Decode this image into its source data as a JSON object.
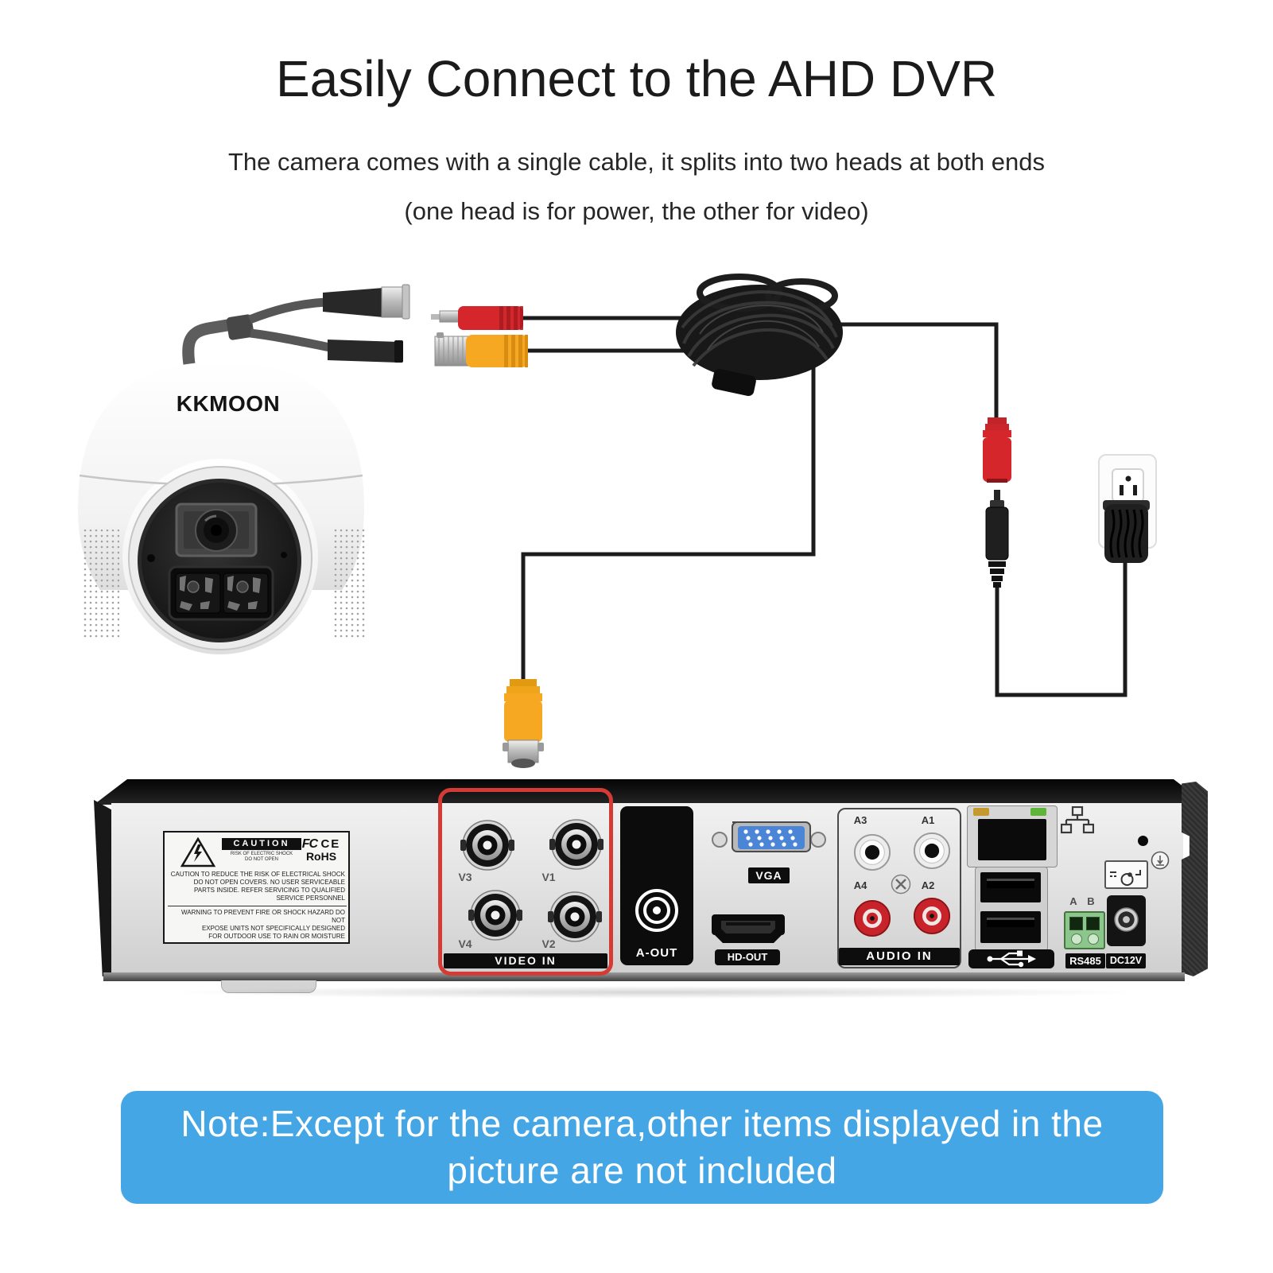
{
  "title": "Easily Connect to the AHD DVR",
  "subtitle": {
    "line1": "The camera comes with a single cable, it splits into two heads at both ends",
    "line2": "(one head is for power, the other for video)"
  },
  "camera": {
    "brand": "KKMOON"
  },
  "dvr": {
    "caution": {
      "header": "CAUTION",
      "header_sub1": "RISK OF ELECTRIC SHOCK",
      "header_sub2": "DO NOT OPEN",
      "certs": {
        "fcc": "FC",
        "ce": "CE",
        "rohs": "RoHS"
      },
      "para1_lines": [
        "CAUTION TO REDUCE THE RISK OF ELECTRICAL SHOCK",
        "DO NOT OPEN COVERS. NO USER SERVICEABLE",
        "PARTS INSIDE. REFER SERVICING TO QUALIFIED",
        "SERVICE PERSONNEL"
      ],
      "para2_lines": [
        "WARNING TO PREVENT FIRE OR SHOCK HAZARD DO NOT",
        "EXPOSE UNITS NOT SPECIFICALLY DESIGNED",
        "FOR OUTDOOR USE TO RAIN OR MOISTURE"
      ]
    },
    "video_in": {
      "label": "VIDEO IN",
      "ports": [
        "V3",
        "V1",
        "V4",
        "V2"
      ]
    },
    "a_out": {
      "label": "A-OUT"
    },
    "vga": {
      "label": "VGA"
    },
    "hd_out": {
      "label": "HD-OUT"
    },
    "audio_in": {
      "label": "AUDIO IN",
      "ports": [
        "A3",
        "A1",
        "A4",
        "A2"
      ]
    },
    "rs485": {
      "label": "RS485",
      "pin_a": "A",
      "pin_b": "B"
    },
    "dc12v": {
      "label": "DC12V"
    }
  },
  "note": {
    "line1": "Note:Except for the camera,other items displayed in the",
    "line2": "picture are not included"
  },
  "colors": {
    "note_bg": "#45a6e6",
    "highlight_red": "#d43b35",
    "vga_blue": "#4b85d6",
    "rs485_green": "#8cc68c",
    "dc_red": "#d5262b",
    "bnc_yellow": "#f7a823"
  }
}
